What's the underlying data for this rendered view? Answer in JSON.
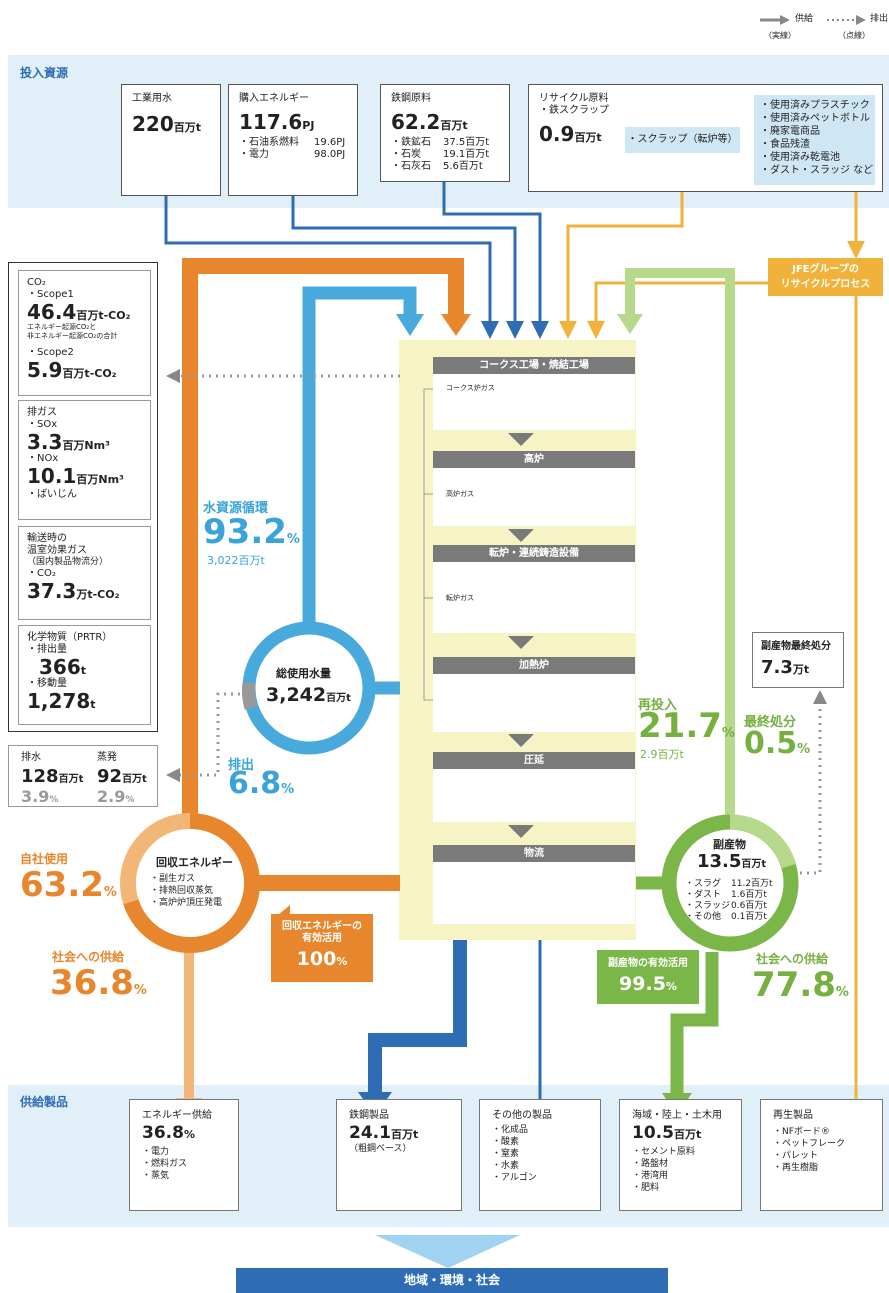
{
  "legend": {
    "supply": "供給",
    "supply_sub": "（実線）",
    "discharge": "排出",
    "discharge_sub": "（点線）"
  },
  "input_band": {
    "title": "投入資源",
    "water": {
      "title": "工業用水",
      "value": "220",
      "unit": "百万t"
    },
    "energy": {
      "title": "購入エネルギー",
      "value": "117.6",
      "unit": "PJ",
      "items": [
        {
          "label": "・石油系燃料",
          "value": "19.6PJ"
        },
        {
          "label": "・電力",
          "value": "98.0PJ"
        }
      ]
    },
    "iron": {
      "title": "鉄鋼原料",
      "value": "62.2",
      "unit": "百万t",
      "items": [
        {
          "label": "・鉄鉱石",
          "value": "37.5百万t"
        },
        {
          "label": "・石炭",
          "value": "19.1百万t"
        },
        {
          "label": "・石灰石",
          "value": "5.6百万t"
        }
      ]
    },
    "recycle": {
      "title": "リサイクル原料",
      "sub": "・鉄スクラップ",
      "value": "0.9",
      "unit": "百万t",
      "scrap": "・スクラップ（転炉等）",
      "items": [
        "・使用済みプラスチック",
        "・使用済みペットボトル",
        "・廃家電商品",
        "・食品残渣",
        "・使用済み乾電池",
        "・ダスト・スラッジ など"
      ]
    }
  },
  "jfe_process": {
    "line1": "JFEグループの",
    "line2": "リサイクルプロセス"
  },
  "left_panel": {
    "co2": {
      "title": "CO₂",
      "scope1_label": "・Scope1",
      "scope1_value": "46.4",
      "scope1_unit": "百万t-CO₂",
      "note1": "エネルギー起源CO₂と",
      "note2": "非エネルギー起源CO₂の合計",
      "scope2_label": "・Scope2",
      "scope2_value": "5.9",
      "scope2_unit": "百万t-CO₂"
    },
    "exhaust": {
      "title": "排ガス",
      "sox_label": "・SOx",
      "sox_value": "3.3",
      "sox_unit": "百万Nm³",
      "nox_label": "・NOx",
      "nox_value": "10.1",
      "nox_unit": "百万Nm³",
      "dust": "・ばいじん"
    },
    "transport": {
      "title1": "輸送時の",
      "title2": "温室効果ガス",
      "sub": "（国内製品物流分）",
      "co2_label": "・CO₂",
      "co2_value": "37.3",
      "co2_unit": "万t-CO₂"
    },
    "prtr": {
      "title": "化学物質（PRTR）",
      "emit_label": "・排出量",
      "emit_value": "366",
      "emit_unit": "t",
      "move_label": "・移動量",
      "move_value": "1,278",
      "move_unit": "t"
    },
    "drain": {
      "drain_title": "排水",
      "drain_value": "128",
      "drain_unit": "百万t",
      "drain_pct": "3.9",
      "evap_title": "蒸発",
      "evap_value": "92",
      "evap_unit": "百万t",
      "evap_pct": "2.9",
      "pct_unit": "%"
    }
  },
  "water_cycle": {
    "title": "水資源循環",
    "value": "93.2",
    "unit": "%",
    "sub": "3,022百万t"
  },
  "water_total": {
    "title": "総使用水量",
    "value": "3,242",
    "unit": "百万t"
  },
  "discharge": {
    "title": "排出",
    "value": "6.8",
    "unit": "%"
  },
  "process": {
    "steps": [
      "コークス工場・焼結工場",
      "高炉",
      "転炉・連続鋳造設備",
      "加熱炉",
      "圧延",
      "物流"
    ],
    "gas1": "コークス炉ガス",
    "gas2": "高炉ガス",
    "gas3": "転炉ガス"
  },
  "reinput": {
    "title": "再投入",
    "value": "21.7",
    "unit": "%",
    "sub": "2.9百万t"
  },
  "final_disposal": {
    "title": "最終処分",
    "value": "0.5",
    "unit": "%"
  },
  "byproduct_final": {
    "title": "副産物最終処分",
    "value": "7.3",
    "unit": "万t"
  },
  "byproduct": {
    "title": "副産物",
    "value": "13.5",
    "unit": "百万t",
    "items": [
      {
        "label": "・スラグ",
        "value": "11.2百万t"
      },
      {
        "label": "・ダスト",
        "value": "1.6百万t"
      },
      {
        "label": "・スラッジ",
        "value": "0.6百万t"
      },
      {
        "label": "・その他",
        "value": "0.1百万t"
      }
    ]
  },
  "byproduct_use": {
    "title": "副産物の有効活用",
    "value": "99.5",
    "unit": "%"
  },
  "social_supply_right": {
    "title": "社会への供給",
    "value": "77.8",
    "unit": "%"
  },
  "recovered_energy": {
    "title": "回収エネルギー",
    "items": [
      "・副生ガス",
      "・排熱回収蒸気",
      "・高炉炉頂圧発電"
    ]
  },
  "self_use": {
    "title": "自社使用",
    "value": "63.2",
    "unit": "%"
  },
  "social_supply_left": {
    "title": "社会への供給",
    "value": "36.8",
    "unit": "%"
  },
  "energy_use": {
    "line1": "回収エネルギーの",
    "line2": "有効活用",
    "value": "100",
    "unit": "%"
  },
  "output_band": {
    "title": "供給製品",
    "energy": {
      "title": "エネルギー供給",
      "value": "36.8",
      "unit": "%",
      "items": [
        "・電力",
        "・燃料ガス",
        "・蒸気"
      ]
    },
    "steel": {
      "title": "鉄鋼製品",
      "value": "24.1",
      "unit": "百万t",
      "sub": "（粗鋼ベース）"
    },
    "other": {
      "title": "その他の製品",
      "items": [
        "・化成品",
        "・酸素",
        "・窒素",
        "・水素",
        "・アルゴン"
      ]
    },
    "civil": {
      "title": "海域・陸上・土木用",
      "value": "10.5",
      "unit": "百万t",
      "items": [
        "・セメント原料",
        "・路盤材",
        "・港湾用",
        "・肥料"
      ]
    },
    "recycled": {
      "title": "再生製品",
      "items": [
        "・NFボード®",
        "・ペットフレーク",
        "・パレット",
        "・再生樹脂"
      ]
    }
  },
  "footer": "地域・環境・社会",
  "colors": {
    "blue_light": "#48a9dc",
    "blue_dark": "#2e6db4",
    "orange": "#e8862e",
    "orange_light": "#f2b777",
    "yellow": "#f0b23a",
    "green": "#7ab648",
    "green_light": "#b7d98c",
    "band": "#e1f0f8",
    "process_bg": "#f6f4c4"
  }
}
